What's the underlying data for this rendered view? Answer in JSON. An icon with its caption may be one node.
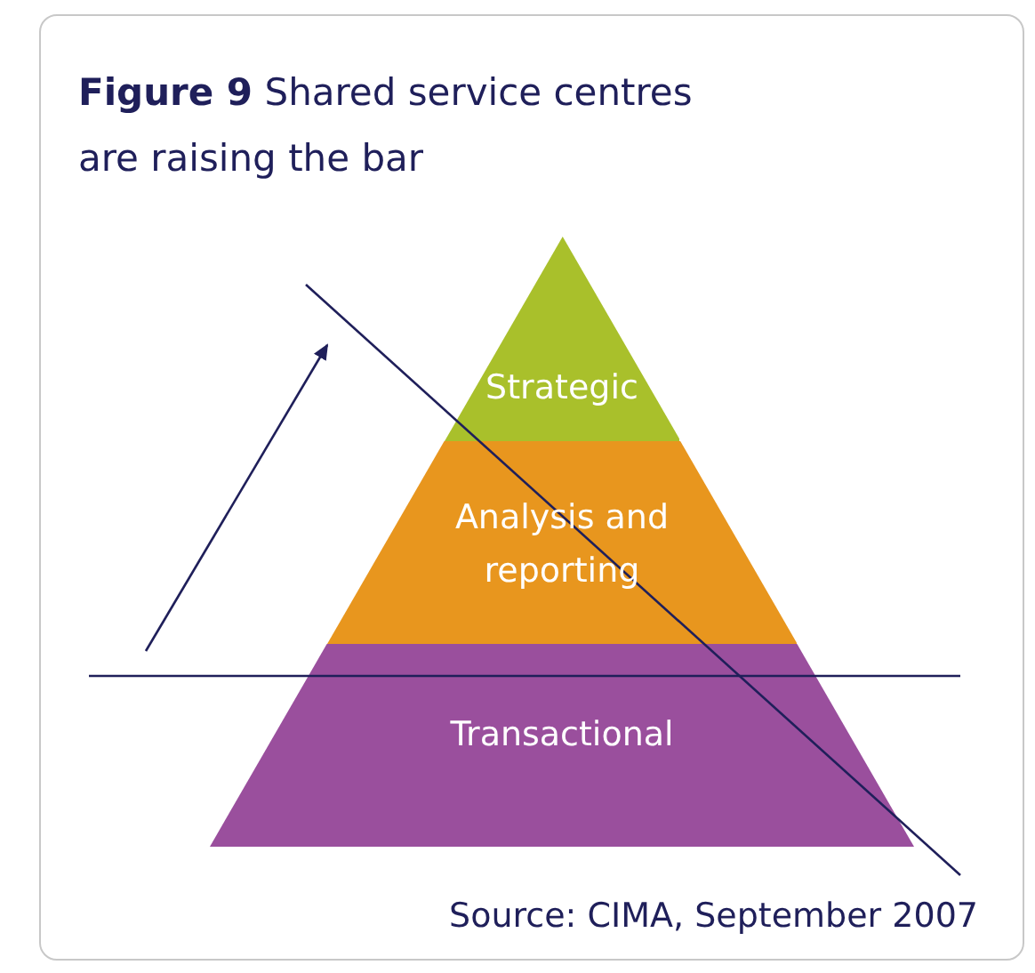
{
  "diagram": {
    "title": "**Figure 9** Shared service centres are raising the bar",
    "caption": "Source: CIMA, September 2007",
    "nodes": [
      {
        "text": [
          "Strategic"
        ]
      },
      {
        "text": [
          "Analysis and reporting"
        ]
      },
      {
        "text": [
          "Transactional"
        ]
      }
    ]
  }
}
